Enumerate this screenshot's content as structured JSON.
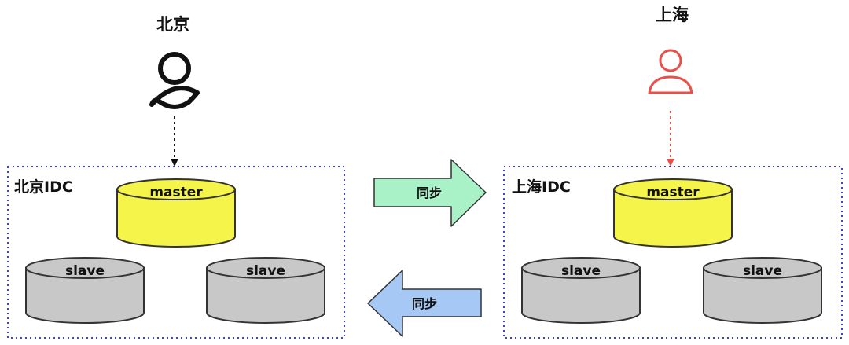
{
  "colors": {
    "beijing_user": "#111111",
    "shanghai_user": "#e8504a",
    "idc_border": "#3b44d6",
    "master_fill": "#f5f44a",
    "slave_fill": "#c8c8c8",
    "arrow_right_fill": "#a9f2c8",
    "arrow_left_fill": "#a6c8f4"
  },
  "icons": [
    "user-icon"
  ],
  "beijing": {
    "city_label": "北京",
    "idc_label": "北京IDC",
    "master_label": "master",
    "slave_left_label": "slave",
    "slave_right_label": "slave"
  },
  "shanghai": {
    "city_label": "上海",
    "idc_label": "上海IDC",
    "master_label": "master",
    "slave_left_label": "slave",
    "slave_right_label": "slave"
  },
  "sync": {
    "right_label": "同步",
    "left_label": "同步"
  }
}
